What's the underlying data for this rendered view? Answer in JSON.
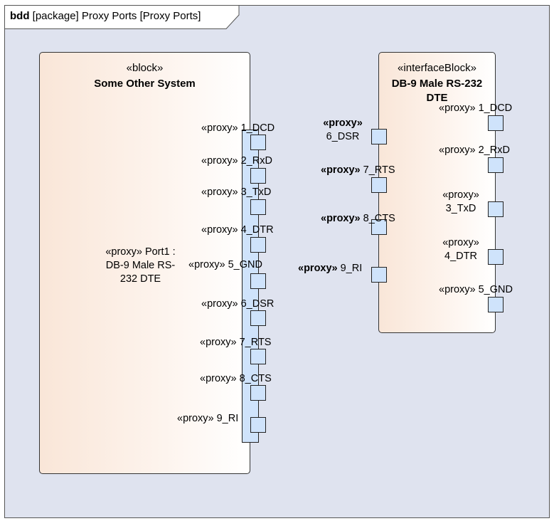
{
  "frame": {
    "kind": "bdd",
    "qualifier": "[package]",
    "name": "Proxy Ports [Proxy Ports]"
  },
  "left_block": {
    "stereotype": "«block»",
    "name": "Some Other System",
    "port_label_lines": [
      "«proxy» Port1 :",
      "DB-9 Male RS-",
      "232 DTE"
    ],
    "ports": [
      {
        "label": "«proxy» 1_DCD"
      },
      {
        "label": "«proxy» 2_RxD"
      },
      {
        "label": "«proxy» 3_TxD"
      },
      {
        "label": "«proxy» 4_DTR"
      },
      {
        "label": "«proxy» 5_GND"
      },
      {
        "label": "«proxy» 6_DSR"
      },
      {
        "label": "«proxy» 7_RTS"
      },
      {
        "label": "«proxy» 8_CTS"
      },
      {
        "label": "«proxy» 9_RI"
      }
    ]
  },
  "right_block": {
    "stereotype": "«interfaceBlock»",
    "name_lines": [
      "DB-9 Male RS-232",
      "DTE"
    ],
    "left_ports": [
      {
        "stereo": "«proxy»",
        "name": "6_DSR"
      },
      {
        "stereo": "«proxy»",
        "name": "7_RTS"
      },
      {
        "stereo": "«proxy»",
        "name": "8_CTS"
      },
      {
        "stereo": "«proxy»",
        "name": "9_RI"
      }
    ],
    "right_ports": [
      {
        "label": "«proxy» 1_DCD"
      },
      {
        "label": "«proxy» 2_RxD"
      },
      {
        "label_lines": [
          "«proxy»",
          "3_TxD"
        ]
      },
      {
        "label_lines": [
          "«proxy»",
          "4_DTR"
        ]
      },
      {
        "label": "«proxy» 5_GND"
      }
    ]
  },
  "colors": {
    "frame_bg": "#dfe3ef",
    "port_fill": "#cfe3fb",
    "block_fill_start": "#f9e6d8"
  }
}
